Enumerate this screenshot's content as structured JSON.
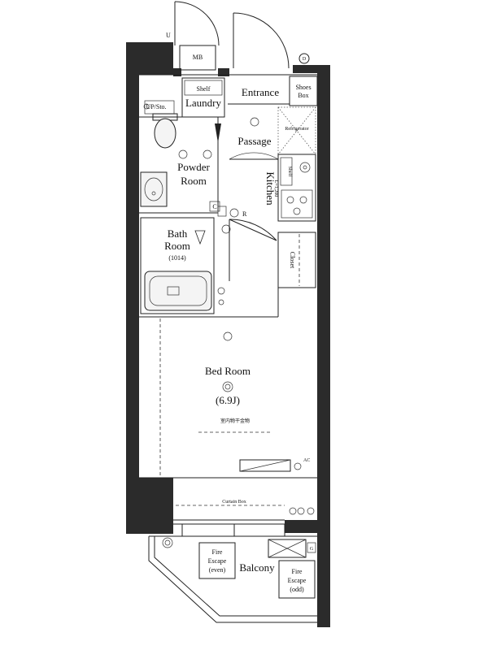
{
  "rooms": {
    "mb": "MB",
    "entrance": "Entrance",
    "shoes_box_1": "Shoes",
    "shoes_box_2": "Box",
    "shelf_top": "Shelf",
    "laundry": "Laundry",
    "up_sto": "UP/Sto.",
    "refrigerator": "Refrigerator",
    "passage": "Passage",
    "powder_room_1": "Powder",
    "powder_room_2": "Room",
    "kitchen": "Kitchen",
    "kitchen_dim": "L=1,200",
    "shelf_kitchen": "Shelf",
    "bath_1": "Bath",
    "bath_2": "Room",
    "bath_3": "(1014)",
    "closet": "Closet",
    "bed_room": "Bed Room",
    "bed_size": "(6.9J)",
    "indoor_note": "室内物干金物",
    "ac": "AC",
    "curtain_box": "Curtain Box",
    "balcony": "Balcony",
    "fire_even_1": "Fire",
    "fire_even_2": "Escape",
    "fire_even_3": "(even)",
    "fire_odd_1": "Fire",
    "fire_odd_2": "Escape",
    "fire_odd_3": "(odd)"
  },
  "markers": {
    "u": "U",
    "d": "D",
    "c": "C",
    "r": "R",
    "g": "G"
  }
}
